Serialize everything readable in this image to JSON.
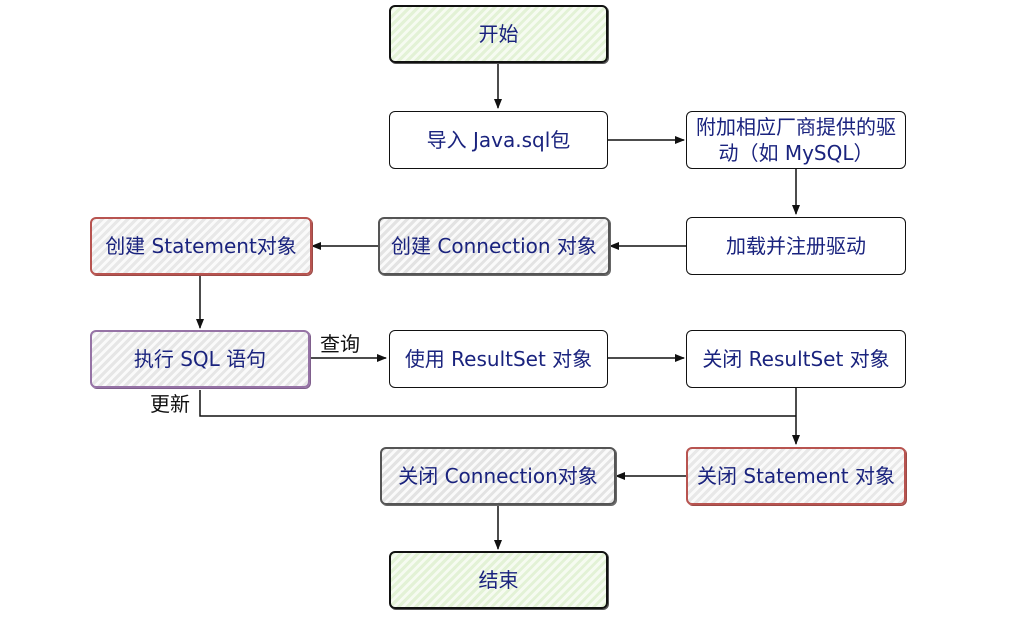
{
  "nodes": {
    "start": "开始",
    "import_sql": "导入 Java.sql包",
    "attach_driver": "附加相应厂商提供的驱动（如 MySQL）",
    "load_driver": "加载并注册驱动",
    "create_connection": "创建 Connection 对象",
    "create_statement": "创建 Statement对象",
    "execute_sql": "执行 SQL 语句",
    "use_resultset": "使用 ResultSet 对象",
    "close_resultset": "关闭 ResultSet 对象",
    "close_statement": "关闭 Statement 对象",
    "close_connection": "关闭 Connection对象",
    "end": "结束"
  },
  "edge_labels": {
    "query": "查询",
    "update": "更新"
  },
  "colors": {
    "text": "#1a237e",
    "line": "#111111",
    "green_fill": "#e3f2d6",
    "red_border": "#b85450",
    "purple_border": "#9673a6"
  }
}
